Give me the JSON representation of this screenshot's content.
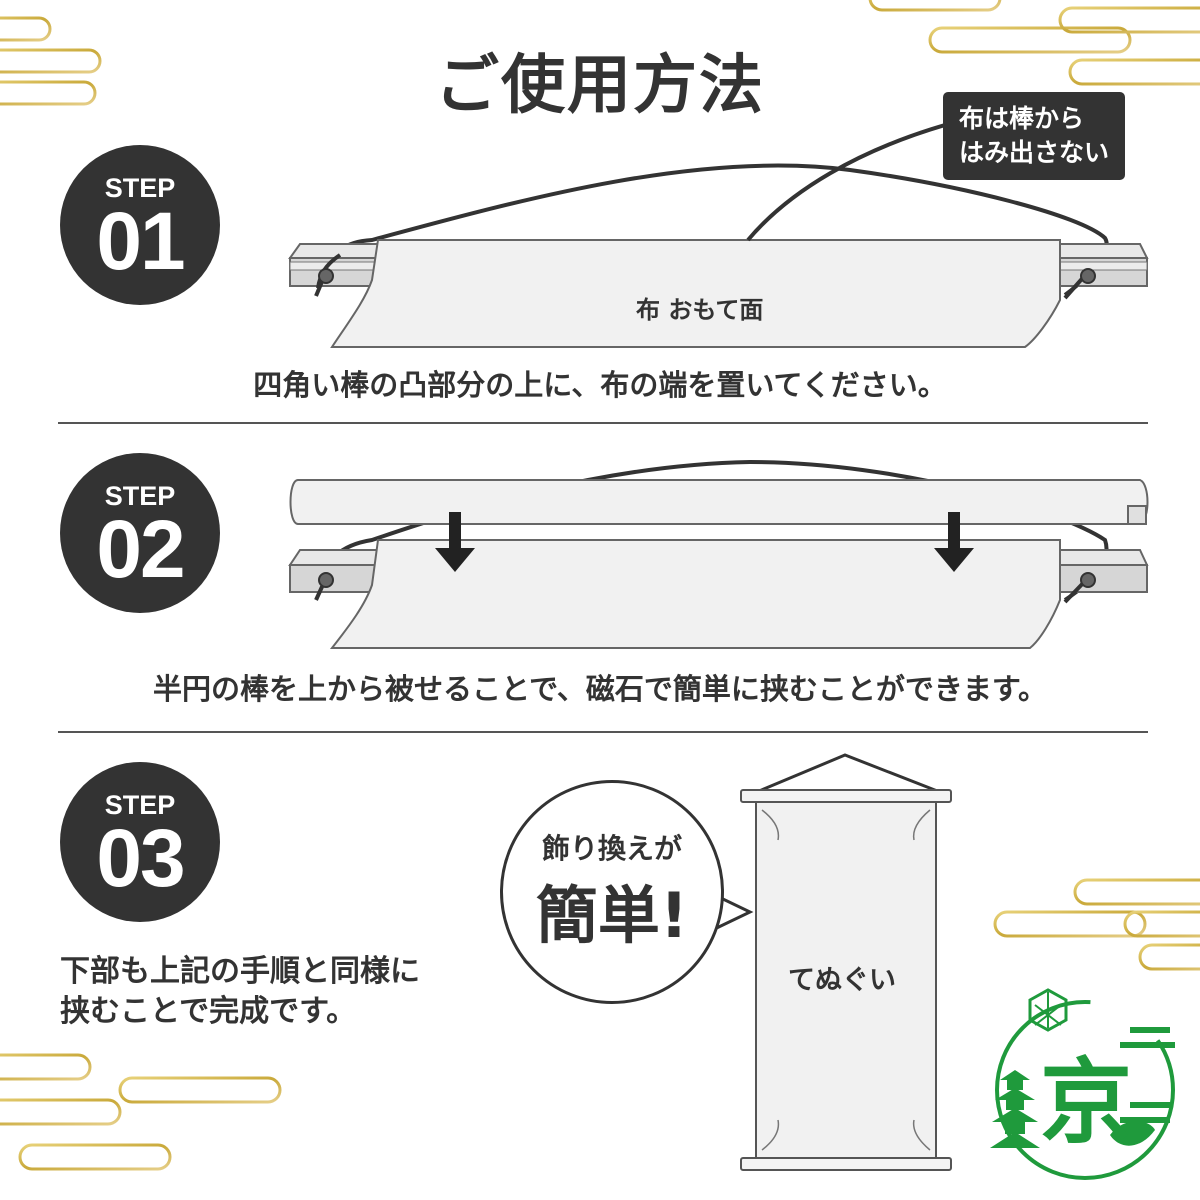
{
  "title": "ご使用方法",
  "colors": {
    "dark": "#333333",
    "gold": "#c9a93a",
    "green": "#1f9a3c"
  },
  "steps": [
    {
      "step_label": "STEP",
      "number": "01",
      "caption": "四角い棒の凸部分の上に、布の端を置いてください。"
    },
    {
      "step_label": "STEP",
      "number": "02",
      "caption": "半円の棒を上から被せることで、磁石で簡単に挟むことができます。"
    },
    {
      "step_label": "STEP",
      "number": "03",
      "caption_lines": [
        "下部も上記の手順と同様に",
        "挟むことで完成です。"
      ]
    }
  ],
  "callout": {
    "lines": [
      "布は棒から",
      "はみ出さない"
    ]
  },
  "fabric_label": "布 おもて面",
  "bubble": {
    "line1": "飾り換えが",
    "line2": "簡単!"
  },
  "tenugui_label": "てぬぐい",
  "logo": {
    "char": "京",
    "icon": "kyoto-pagoda-logo-icon"
  },
  "icons": [
    "cloud-pattern-icon",
    "down-arrow-icon",
    "magnet-dot-icon"
  ]
}
